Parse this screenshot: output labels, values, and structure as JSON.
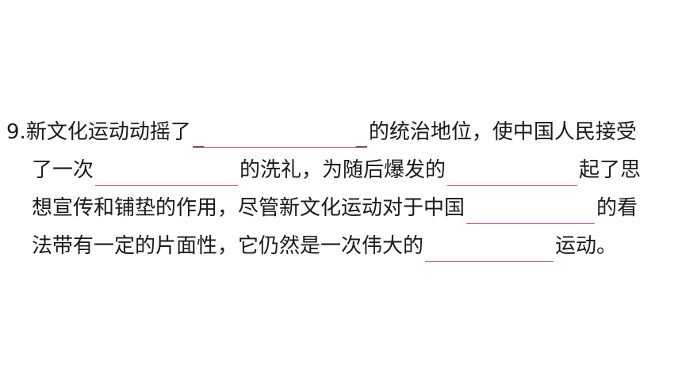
{
  "question": {
    "number": "9.",
    "line1": {
      "a": "新文化运动动摇了",
      "b": "的统治地位，使中国人民接受"
    },
    "line2": {
      "a": "了一次",
      "b": "的洗礼，为随后爆发的",
      "c": "起了思"
    },
    "line3": {
      "a": "想宣传和铺垫的作用，尽管新文化运动对于中国",
      "b": "的看"
    },
    "line4": {
      "a": "法带有一定的片面性，它仍然是一次伟大的",
      "b": "运动。"
    }
  },
  "colors": {
    "blank_line": "#e05aa0",
    "text": "#1a1a1a"
  }
}
